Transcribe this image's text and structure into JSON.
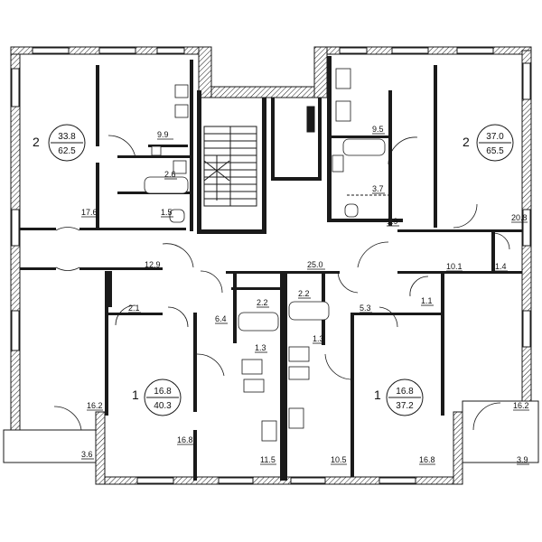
{
  "apartments": [
    {
      "rooms": "2",
      "living_area": "33.8",
      "total_area": "62.5"
    },
    {
      "rooms": "2",
      "living_area": "37.0",
      "total_area": "65.5"
    },
    {
      "rooms": "1",
      "living_area": "16.8",
      "total_area": "40.3"
    },
    {
      "rooms": "1",
      "living_area": "16.8",
      "total_area": "37.2"
    }
  ],
  "room_areas": [
    "9.9",
    "2.6",
    "1.5",
    "17.6",
    "12.9",
    "2.1",
    "6.4",
    "2.2",
    "1.3",
    "16.8",
    "11.5",
    "16.2",
    "3.6",
    "25.0",
    "2.2",
    "1.3",
    "10.5",
    "5.3",
    "1.1",
    "16.8",
    "10.1",
    "1.4",
    "16.2",
    "3.9",
    "9.5",
    "3.7",
    "1.9",
    "20.8"
  ]
}
